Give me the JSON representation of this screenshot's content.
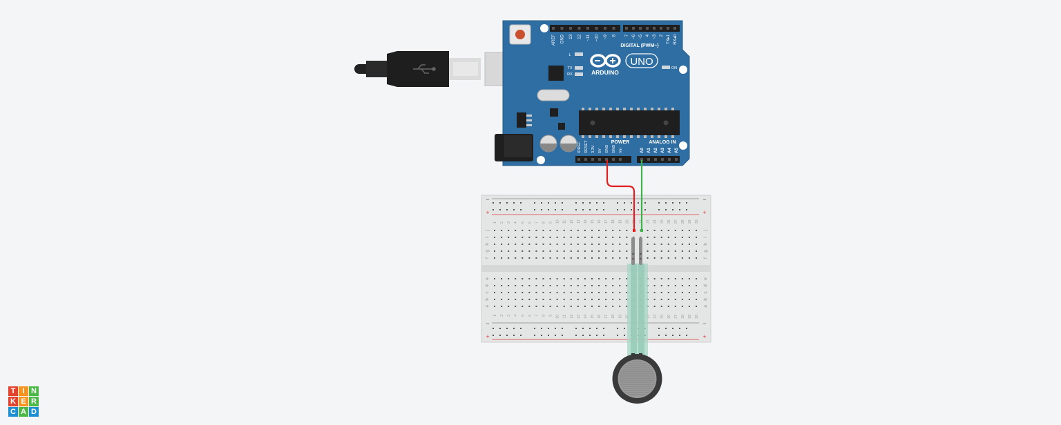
{
  "arduino": {
    "brand": "ARDUINO",
    "model": "UNO",
    "digital_header_label": "DIGITAL (PWM~)",
    "power_label": "POWER",
    "analog_label": "ANALOG IN",
    "led_l": "L",
    "led_tx": "TX",
    "led_rx": "RX",
    "led_on": "ON",
    "digital_pins": [
      "AREF",
      "GND",
      "13",
      "12",
      "~11",
      "~10",
      "~9",
      "8",
      "7",
      "~6",
      "~5",
      "4",
      "~3",
      "2",
      "TX▸1",
      "RX◂0"
    ],
    "power_pins": [
      "IOREF",
      "RESET",
      "3.3V",
      "5V",
      "GND",
      "GND",
      "Vin"
    ],
    "analog_pins": [
      "A0",
      "A1",
      "A2",
      "A3",
      "A4",
      "A5"
    ]
  },
  "breadboard": {
    "rail_minus": "−",
    "rail_plus": "+",
    "top_row_letters": [
      "j",
      "i",
      "h",
      "g",
      "f"
    ],
    "bottom_row_letters": [
      "e",
      "d",
      "c",
      "b",
      "a"
    ]
  },
  "logo": {
    "letters": [
      "T",
      "I",
      "N",
      "K",
      "E",
      "R",
      "C",
      "A",
      "D"
    ],
    "colors": [
      "#e2442f",
      "#f7931e",
      "#4cb848",
      "#e2442f",
      "#f7931e",
      "#4cb848",
      "#1e90d2",
      "#4cb848",
      "#1e90d2"
    ]
  },
  "colors": {
    "board": "#2f6ea3",
    "wire_power": "#e02020",
    "wire_signal": "#3cb44b"
  }
}
